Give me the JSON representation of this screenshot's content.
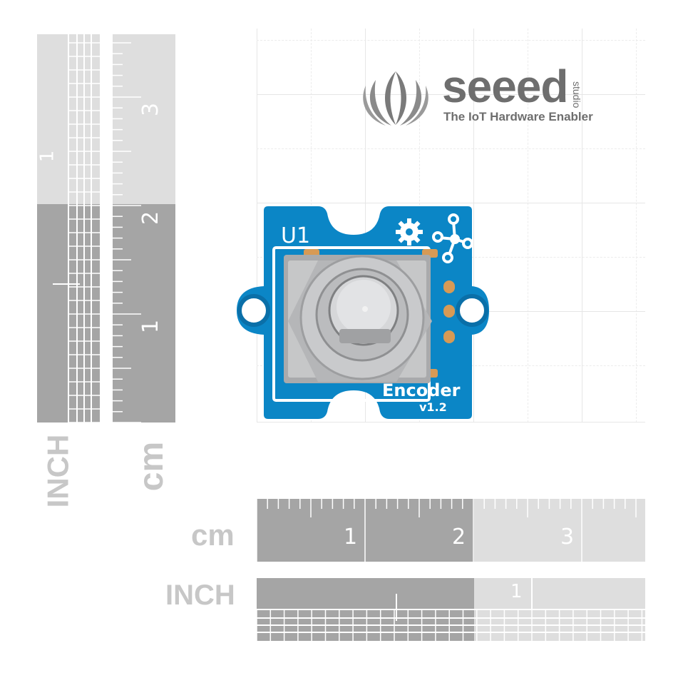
{
  "brand": {
    "name": "seeed",
    "studio": "studio",
    "tagline": "The IoT Hardware Enabler"
  },
  "board": {
    "ref": "U1",
    "name": "Encoder",
    "version": "v1.2",
    "color": "#0b86c6"
  },
  "left_rulers": {
    "inch_label": "INCH",
    "cm_label": "cm",
    "inch_numbers": [
      "1"
    ],
    "cm_numbers": [
      "3",
      "2",
      "1"
    ]
  },
  "bottom_rulers": {
    "cm_label": "cm",
    "inch_label": "INCH",
    "cm_numbers": [
      "1",
      "2",
      "3"
    ],
    "inch_numbers": [
      "1"
    ]
  },
  "colors": {
    "ruler_dark": "#a5a5a5",
    "ruler_light": "#dedede",
    "label_gray": "#c7c7c7"
  }
}
